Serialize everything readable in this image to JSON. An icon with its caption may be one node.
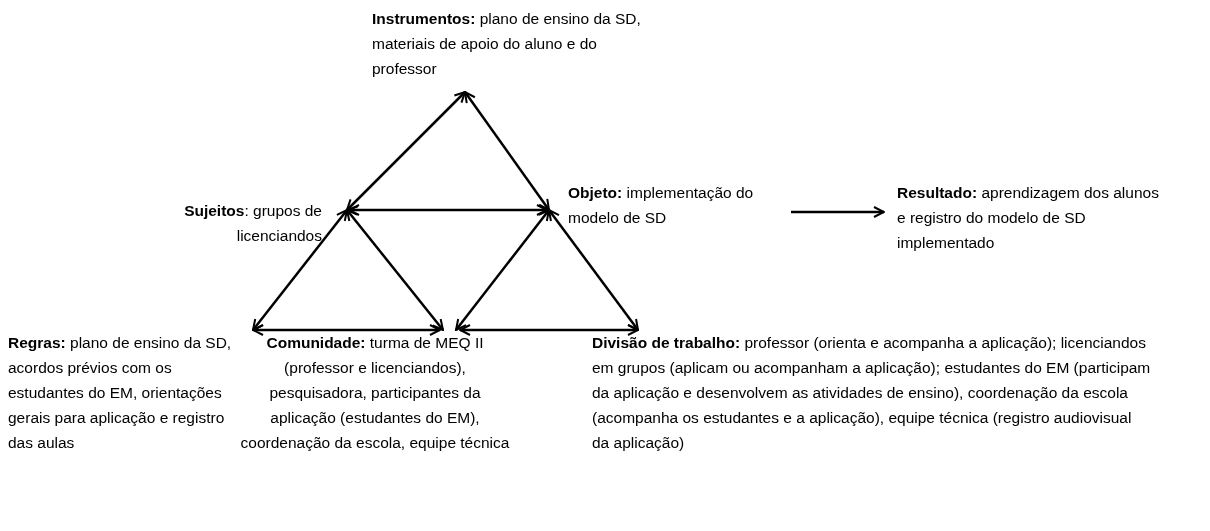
{
  "diagram": {
    "nodes": [
      {
        "text": [
          "**Instrumentos:** plano de ensino da SD, materiais de apoio do aluno e do professor"
        ]
      },
      {
        "text": [
          "**Sujeitos**: grupos de licenciandos"
        ]
      },
      {
        "text": [
          "**Objeto:** implementação do modelo de SD"
        ]
      },
      {
        "text": [
          "**Resultado:** aprendizagem dos alunos e registro do modelo de SD implementado"
        ]
      },
      {
        "text": [
          "**Regras:** plano de ensino da SD, acordos prévios com os estudantes do EM, orientações gerais para aplicação e registro das aulas"
        ]
      },
      {
        "text": [
          "**Comunidade:** turma de MEQ II (professor e licenciandos), pesquisadora, participantes da aplicação (estudantes do EM), coordenação da escola, equipe técnica"
        ]
      },
      {
        "text": [
          "**Divisão de trabalho:** professor (orienta e acompanha a aplicação); licenciandos em grupos (aplicam ou acompanham a aplicação); estudantes do EM (participam da aplicação e desenvolvem as atividades de ensino), coordenação da escola (acompanha os estudantes e a aplicação), equipe técnica (registro audiovisual da aplicação)"
        ]
      }
    ],
    "edges": [
      {
        "from": 0,
        "to": 1,
        "arrow": "both"
      },
      {
        "from": 0,
        "to": 2,
        "arrow": "both"
      },
      {
        "from": 1,
        "to": 2,
        "arrow": "both"
      },
      {
        "from": 2,
        "to": 3,
        "arrow": "to"
      },
      {
        "from": 1,
        "to": 4,
        "arrow": "both"
      },
      {
        "from": 1,
        "to": 5,
        "arrow": "both"
      },
      {
        "from": 2,
        "to": 5,
        "arrow": "both"
      },
      {
        "from": 2,
        "to": 6,
        "arrow": "both"
      },
      {
        "from": 4,
        "to": 5,
        "arrow": "both"
      },
      {
        "from": 5,
        "to": 6,
        "arrow": "both"
      }
    ]
  }
}
